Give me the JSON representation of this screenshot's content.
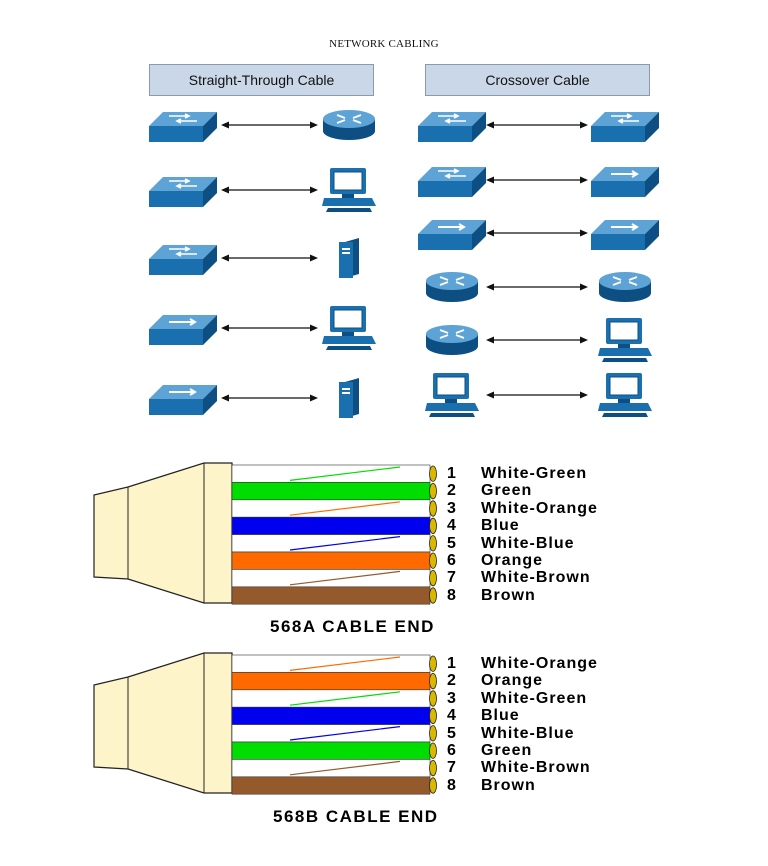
{
  "title": "NETWORK CABLING",
  "straight": {
    "header": "Straight-Through Cable",
    "rows": [
      {
        "left": "switch",
        "right": "router"
      },
      {
        "left": "switch",
        "right": "workstation"
      },
      {
        "left": "switch",
        "right": "server"
      },
      {
        "left": "hub",
        "right": "workstation"
      },
      {
        "left": "hub",
        "right": "server"
      }
    ]
  },
  "crossover": {
    "header": "Crossover Cable",
    "rows": [
      {
        "left": "switch",
        "right": "switch"
      },
      {
        "left": "switch",
        "right": "hub"
      },
      {
        "left": "hub",
        "right": "hub"
      },
      {
        "left": "router",
        "right": "router"
      },
      {
        "left": "router",
        "right": "workstation"
      },
      {
        "left": "workstation",
        "right": "workstation"
      }
    ]
  },
  "colors": {
    "device_blue": "#1a6fae",
    "header_bg": "#c9d7e8",
    "connector": "#fdf5c9",
    "green": "#00dd00",
    "orange": "#ff6a00",
    "blue": "#0000ee",
    "brown": "#955a2c",
    "pin_gold": "#d8b800"
  },
  "cables": [
    {
      "title": "568A CABLE END",
      "pins": [
        {
          "num": "1",
          "name": "White-Green",
          "solid": false,
          "color": "green"
        },
        {
          "num": "2",
          "name": "Green",
          "solid": true,
          "color": "green"
        },
        {
          "num": "3",
          "name": "White-Orange",
          "solid": false,
          "color": "orange"
        },
        {
          "num": "4",
          "name": "Blue",
          "solid": true,
          "color": "blue"
        },
        {
          "num": "5",
          "name": "White-Blue",
          "solid": false,
          "color": "blue"
        },
        {
          "num": "6",
          "name": "Orange",
          "solid": true,
          "color": "orange"
        },
        {
          "num": "7",
          "name": "White-Brown",
          "solid": false,
          "color": "brown"
        },
        {
          "num": "8",
          "name": "Brown",
          "solid": true,
          "color": "brown"
        }
      ]
    },
    {
      "title": "568B CABLE END",
      "pins": [
        {
          "num": "1",
          "name": "White-Orange",
          "solid": false,
          "color": "orange"
        },
        {
          "num": "2",
          "name": "Orange",
          "solid": true,
          "color": "orange"
        },
        {
          "num": "3",
          "name": "White-Green",
          "solid": false,
          "color": "green"
        },
        {
          "num": "4",
          "name": "Blue",
          "solid": true,
          "color": "blue"
        },
        {
          "num": "5",
          "name": "White-Blue",
          "solid": false,
          "color": "blue"
        },
        {
          "num": "6",
          "name": "Green",
          "solid": true,
          "color": "green"
        },
        {
          "num": "7",
          "name": "White-Brown",
          "solid": false,
          "color": "brown"
        },
        {
          "num": "8",
          "name": "Brown",
          "solid": true,
          "color": "brown"
        }
      ]
    }
  ]
}
